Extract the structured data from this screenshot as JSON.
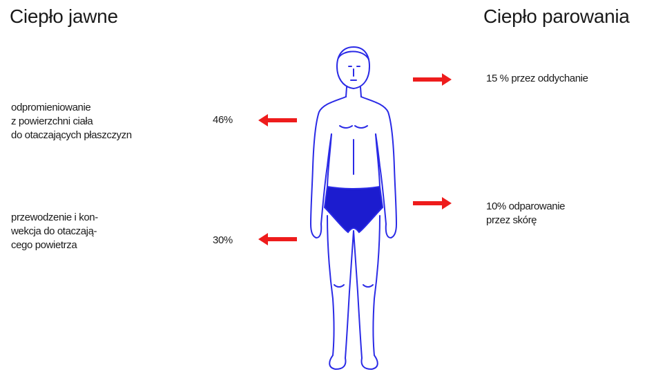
{
  "headings": {
    "left": "Ciepło jawne",
    "right": "Ciepło parowania"
  },
  "left_items": [
    {
      "label": "odpromieniowanie\nz powierzchni ciała\ndo otaczających płaszczyzn",
      "percent": "46%"
    },
    {
      "label": "przewodzenie i kon-\nwekcja do otaczają-\ncego powietrza",
      "percent": "30%"
    }
  ],
  "right_items": [
    {
      "label": "15 % przez oddychanie"
    },
    {
      "label": "10% odparowanie\nprzez skórę"
    }
  ],
  "colors": {
    "arrow": "#ee1c1c",
    "figure_stroke": "#2a2ae6",
    "figure_fill": "#1c1ccf"
  },
  "icons": {
    "arrow": "arrow-icon",
    "figure": "human-figure"
  }
}
